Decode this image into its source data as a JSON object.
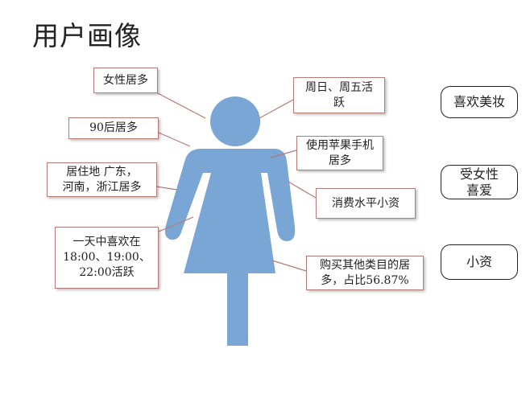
{
  "title": "用户画像",
  "callouts": {
    "female_majority": "女性居多",
    "post90_majority": "90后居多",
    "residence": "居住地 广东，\n河南，浙江居多",
    "active_hours": "一天中喜欢在\n18:00、19:00、\n22:00活跃",
    "active_days": "周日、周五活\n跃",
    "apple_phone": "使用苹果手机\n居多",
    "consumption_level": "消费水平小资",
    "other_categories": "购买其他类目的居\n多，占比56.87%"
  },
  "tags": {
    "beauty": "喜欢美妆",
    "female_favorite": "受女性\n喜爱",
    "petty_bourgeois": "小资"
  },
  "colors": {
    "figure": "#7aa6d6",
    "callout_border": "#b47a73",
    "leader_line": "#b47a73",
    "tag_border": "#222222"
  },
  "icons": {
    "figure": "female-figure-icon"
  }
}
